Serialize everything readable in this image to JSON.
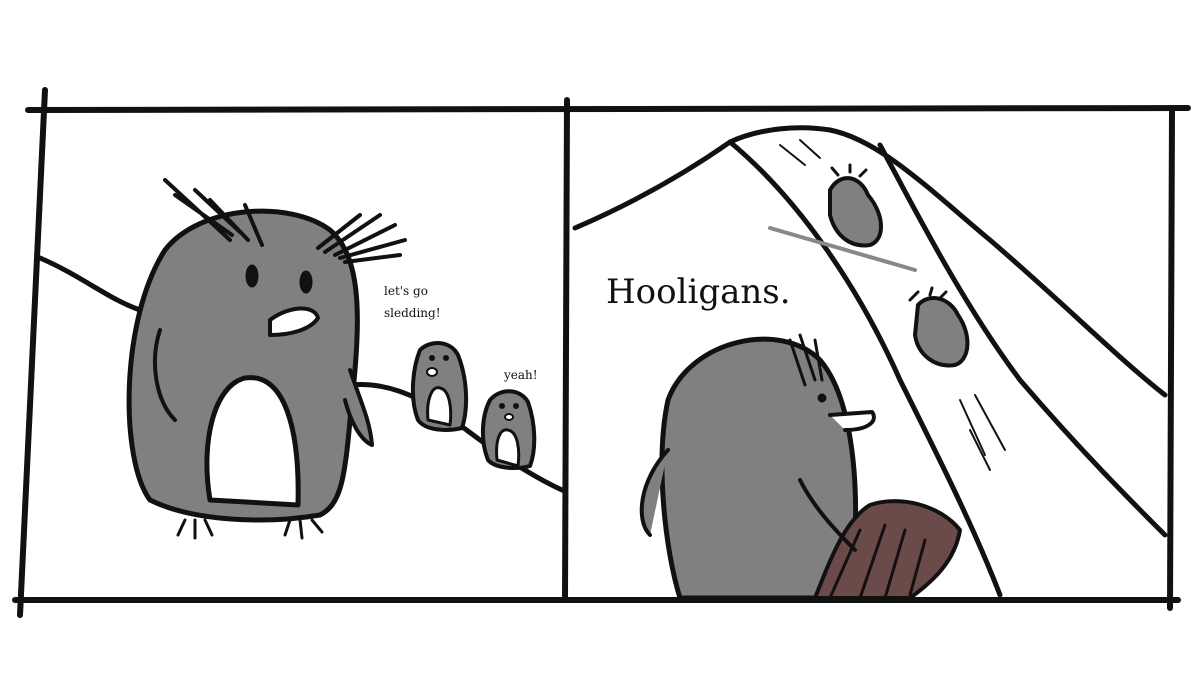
{
  "comic": {
    "panel1": {
      "speech_1": "let's go sledding!",
      "speech_1_line1": "let's go",
      "speech_1_line2": "sledding!",
      "speech_2": "yeah!"
    },
    "panel2": {
      "caption": "Hooligans."
    }
  },
  "colors": {
    "penguin_body": "#808080",
    "sled": "#6b4a4a",
    "ink": "#111111"
  }
}
